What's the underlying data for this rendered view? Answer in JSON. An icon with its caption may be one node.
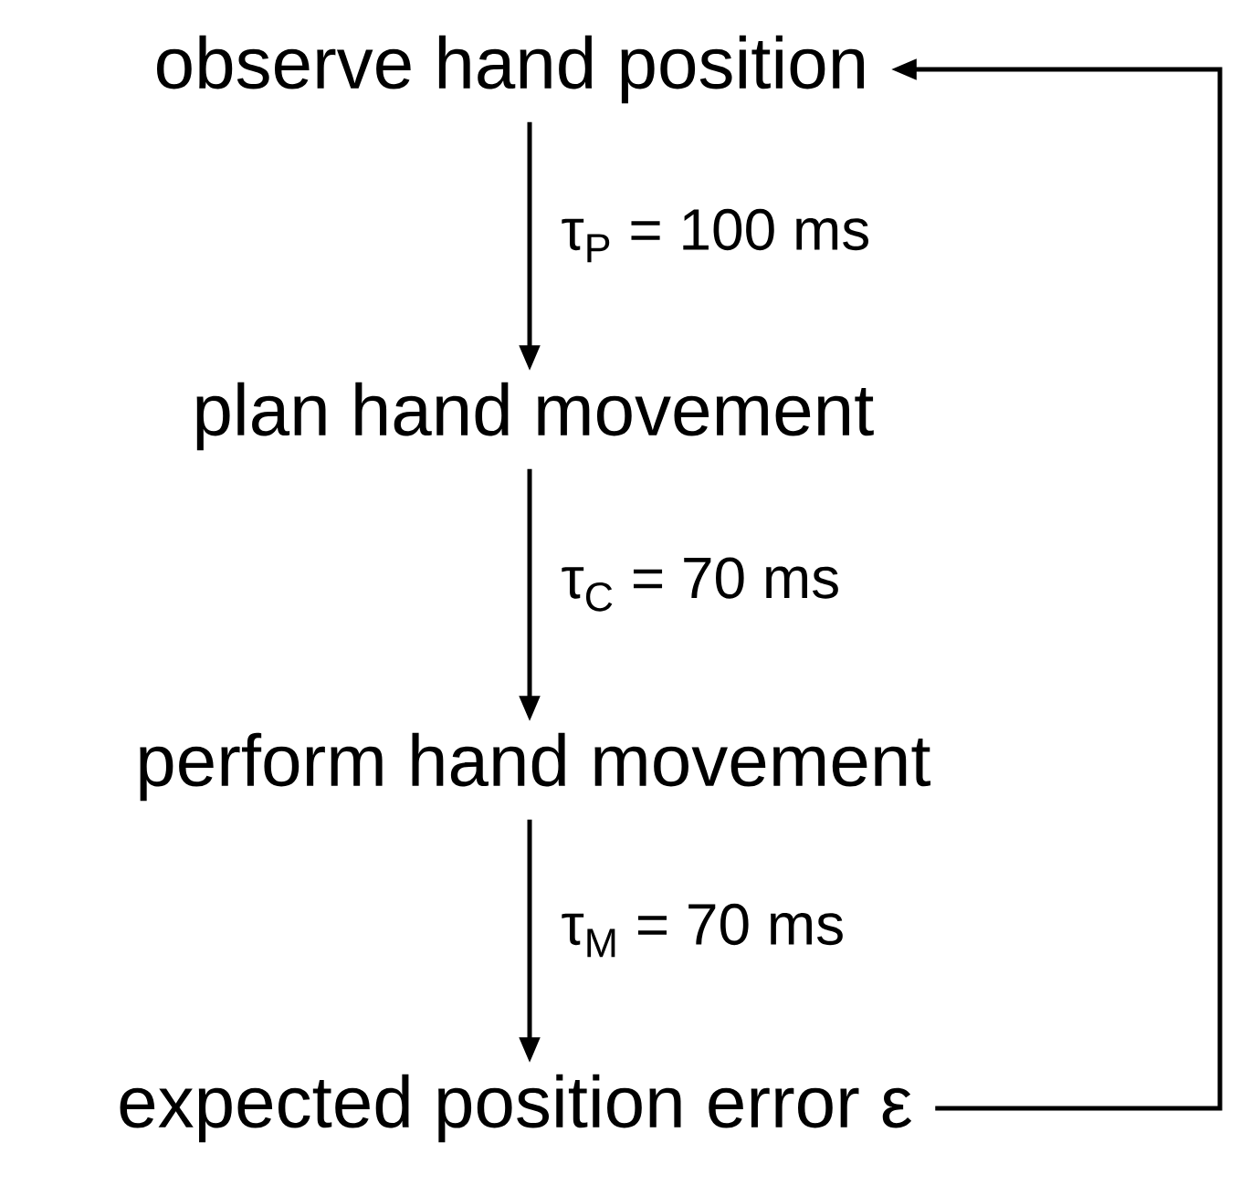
{
  "diagram": {
    "nodes": [
      {
        "text": [
          "observe hand position"
        ]
      },
      {
        "text": [
          "plan hand movement"
        ]
      },
      {
        "text": [
          "perform hand movement"
        ]
      },
      {
        "text": [
          "expected position error ε"
        ]
      }
    ],
    "edges": [
      {
        "from": 0,
        "to": 1,
        "arrow": "to",
        "label": "τ$_{P}$ = 100 ms"
      },
      {
        "from": 1,
        "to": 2,
        "arrow": "to",
        "label": "τ$_{C}$ = 70 ms"
      },
      {
        "from": 2,
        "to": 3,
        "arrow": "to",
        "label": "τ$_{M}$ = 70 ms"
      },
      {
        "from": 3,
        "to": 0,
        "arrow": "to"
      }
    ]
  }
}
